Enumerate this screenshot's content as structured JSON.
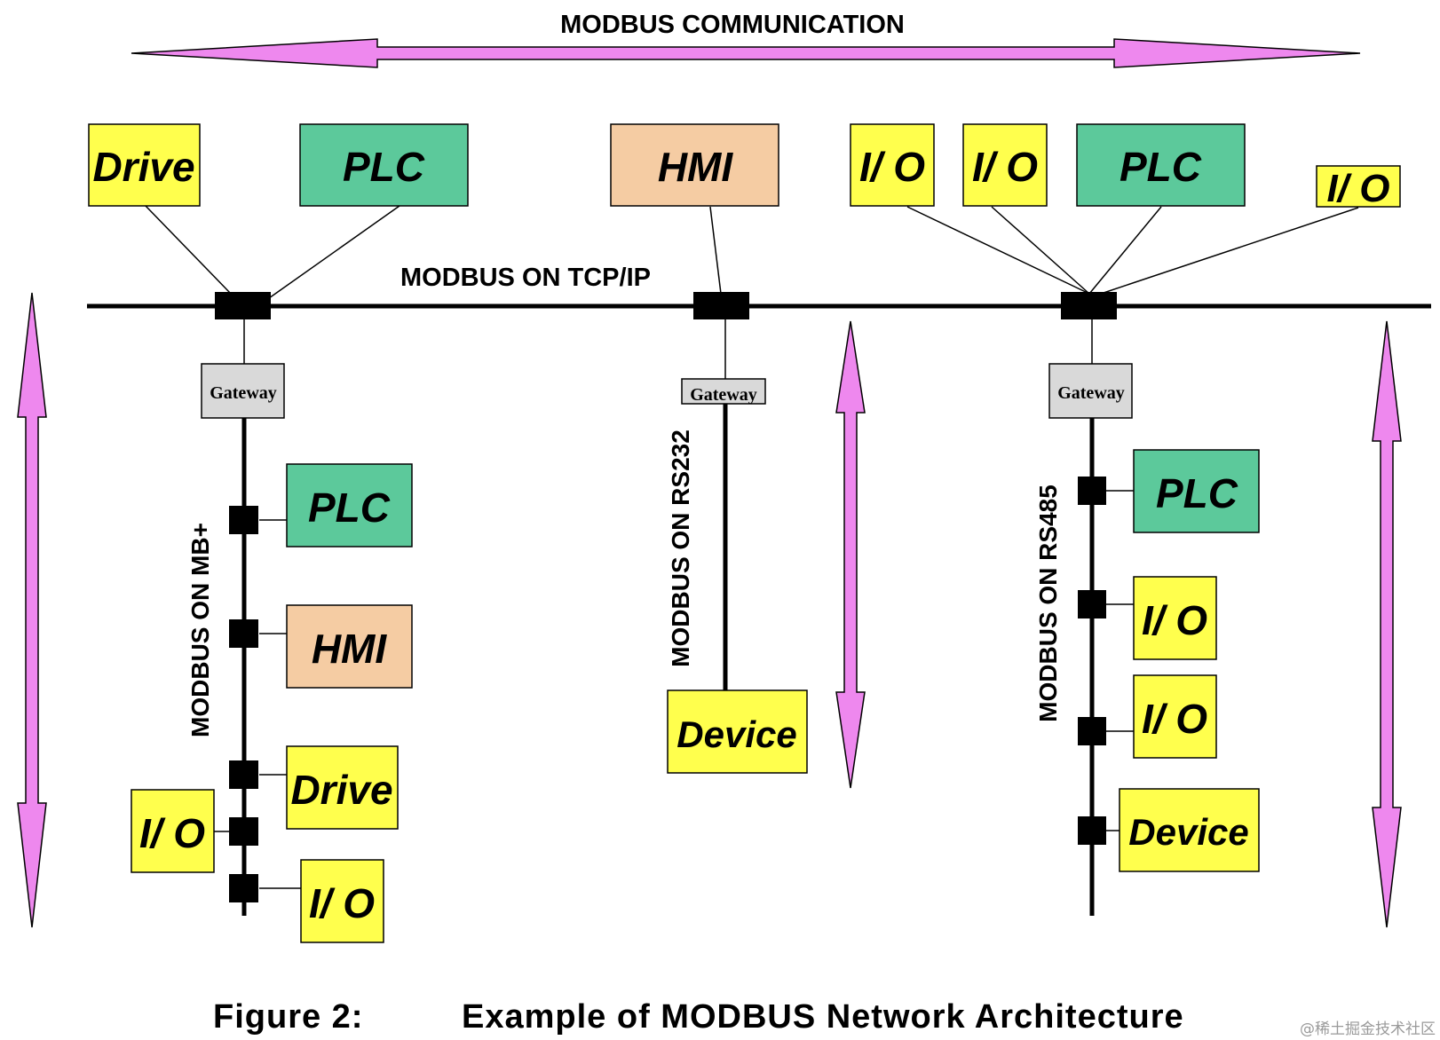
{
  "title": "MODBUS COMMUNICATION",
  "tcp_label": "MODBUS ON TCP/IP",
  "mbplus_label": "MODBUS ON MB+",
  "rs232_label": "MODBUS ON RS232",
  "rs485_label": "MODBUS ON RS485",
  "gateway_label": "Gateway",
  "caption": {
    "figure": "Figure 2:",
    "text": "Example of MODBUS Network Architecture"
  },
  "watermark": "@稀土掘金技术社区",
  "colors": {
    "drive": "#ffff4d",
    "io": "#ffff4d",
    "plc": "#5cc99b",
    "hmi": "#f5cca3",
    "device": "#ffff4d",
    "gateway": "#d9d9d9",
    "arrow": "#ee88ee"
  },
  "nodes": {
    "tcp_drive": "Drive",
    "tcp_plc": "PLC",
    "tcp_hmi": "HMI",
    "tcp_io_1": "I/ O",
    "tcp_io_2": "I/ O",
    "tcp_plc_2": "PLC",
    "tcp_io_3": "I/ O",
    "mb_plc": "PLC",
    "mb_hmi": "HMI",
    "mb_drive": "Drive",
    "mb_io_left": "I/ O",
    "mb_io_bottom": "I/ O",
    "rs232_device": "Device",
    "rs485_plc": "PLC",
    "rs485_io_1": "I/ O",
    "rs485_io_2": "I/ O",
    "rs485_device": "Device"
  }
}
